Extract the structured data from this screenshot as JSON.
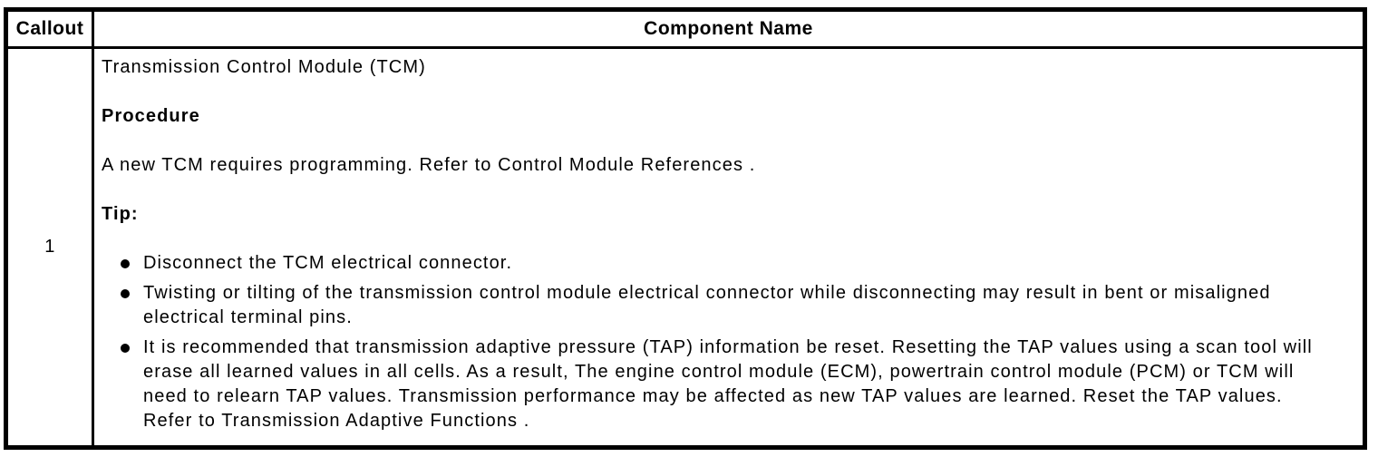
{
  "table": {
    "header": {
      "callout": "Callout",
      "component_name": "Component Name"
    },
    "row": {
      "callout": "1",
      "title": "Transmission Control Module (TCM)",
      "procedure_heading": "Procedure",
      "procedure_text": "A new TCM requires programming. Refer to Control Module References .",
      "tip_heading": "Tip:",
      "tips": [
        "Disconnect the TCM electrical connector.",
        "Twisting or tilting of the transmission control module electrical connector while disconnecting may result in bent or misaligned electrical terminal pins.",
        "It is recommended that transmission adaptive pressure (TAP) information be reset. Resetting the TAP values using a scan tool will erase all learned values in all cells. As a result, The engine control module (ECM), powertrain control module (PCM) or TCM will need to relearn TAP values. Transmission performance may be affected as new TAP values are learned. Reset the TAP values. Refer to Transmission Adaptive Functions ."
      ]
    },
    "colors": {
      "border": "#000000",
      "background": "#ffffff",
      "text": "#000000"
    }
  }
}
